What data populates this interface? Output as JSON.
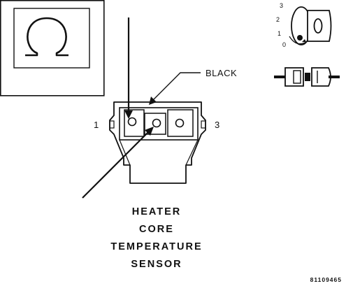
{
  "meter_symbol": "ohm-icon",
  "wire_label": "BLACK",
  "pin_labels": {
    "left": "1",
    "right": "3"
  },
  "ignition_positions": [
    "3",
    "2",
    "1",
    "0"
  ],
  "caption_lines": [
    "HEATER",
    "CORE",
    "TEMPERATURE",
    "SENSOR"
  ],
  "figure_number": "81109465"
}
